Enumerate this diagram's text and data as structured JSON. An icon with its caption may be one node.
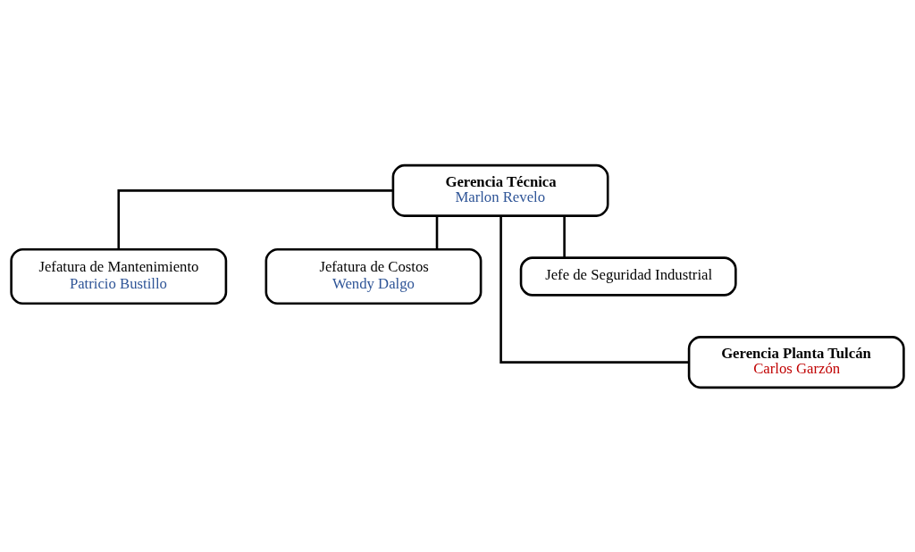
{
  "diagram": {
    "nodes": [
      {
        "text": [
          "Gerencia Técnica",
          "Marlon Revelo"
        ]
      },
      {
        "text": [
          "Jefatura de Mantenimiento",
          "Patricio Bustillo"
        ]
      },
      {
        "text": [
          "Jefatura de Costos",
          "Wendy Dalgo"
        ]
      },
      {
        "text": [
          "Jefe de Seguridad Industrial"
        ]
      },
      {
        "text": [
          "Gerencia Planta Tulcán",
          "Carlos Garzón"
        ]
      }
    ],
    "edges": [
      {
        "from": 0,
        "to": 1,
        "arrow": "none"
      },
      {
        "from": 0,
        "to": 2,
        "arrow": "none"
      },
      {
        "from": 0,
        "to": 3,
        "arrow": "none"
      },
      {
        "from": 0,
        "to": 4,
        "arrow": "none"
      }
    ]
  }
}
